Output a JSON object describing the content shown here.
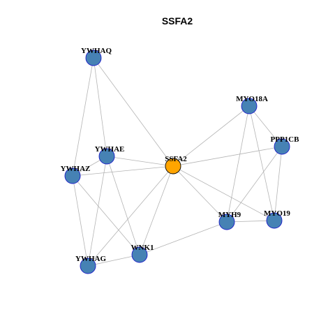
{
  "title": "SSFA2",
  "colors": {
    "center_fill": "#ffa500",
    "node_fill": "#4682b4",
    "node_stroke": "#1c1cc8",
    "center_stroke": "#000000",
    "edge": "#b4b4b4"
  },
  "nodes": [
    {
      "id": "SSFA2",
      "label": "SSFA2",
      "center": true
    },
    {
      "id": "YWHAQ",
      "label": "YWHAQ"
    },
    {
      "id": "MYO18A",
      "label": "MYO18A"
    },
    {
      "id": "PPP1CB",
      "label": "PPP1CB"
    },
    {
      "id": "YWHAE",
      "label": "YWHAE"
    },
    {
      "id": "YWHAZ",
      "label": "YWHAZ"
    },
    {
      "id": "MYH9",
      "label": "MYH9"
    },
    {
      "id": "MYO19",
      "label": "MYO19"
    },
    {
      "id": "WNK1",
      "label": "WNK1"
    },
    {
      "id": "YWHAG",
      "label": "YWHAG"
    }
  ],
  "edges": [
    [
      "SSFA2",
      "YWHAQ"
    ],
    [
      "SSFA2",
      "MYO18A"
    ],
    [
      "SSFA2",
      "PPP1CB"
    ],
    [
      "SSFA2",
      "YWHAE"
    ],
    [
      "SSFA2",
      "YWHAZ"
    ],
    [
      "SSFA2",
      "MYH9"
    ],
    [
      "SSFA2",
      "MYO19"
    ],
    [
      "SSFA2",
      "WNK1"
    ],
    [
      "SSFA2",
      "YWHAG"
    ],
    [
      "YWHAQ",
      "YWHAE"
    ],
    [
      "YWHAQ",
      "YWHAZ"
    ],
    [
      "YWHAE",
      "WNK1"
    ],
    [
      "YWHAE",
      "YWHAG"
    ],
    [
      "YWHAE",
      "YWHAZ"
    ],
    [
      "YWHAZ",
      "WNK1"
    ],
    [
      "YWHAZ",
      "YWHAG"
    ],
    [
      "YWHAG",
      "WNK1"
    ],
    [
      "WNK1",
      "MYH9"
    ],
    [
      "MYO18A",
      "PPP1CB"
    ],
    [
      "MYO18A",
      "MYH9"
    ],
    [
      "MYO18A",
      "MYO19"
    ],
    [
      "PPP1CB",
      "MYH9"
    ],
    [
      "PPP1CB",
      "MYO19"
    ],
    [
      "MYH9",
      "MYO19"
    ]
  ]
}
